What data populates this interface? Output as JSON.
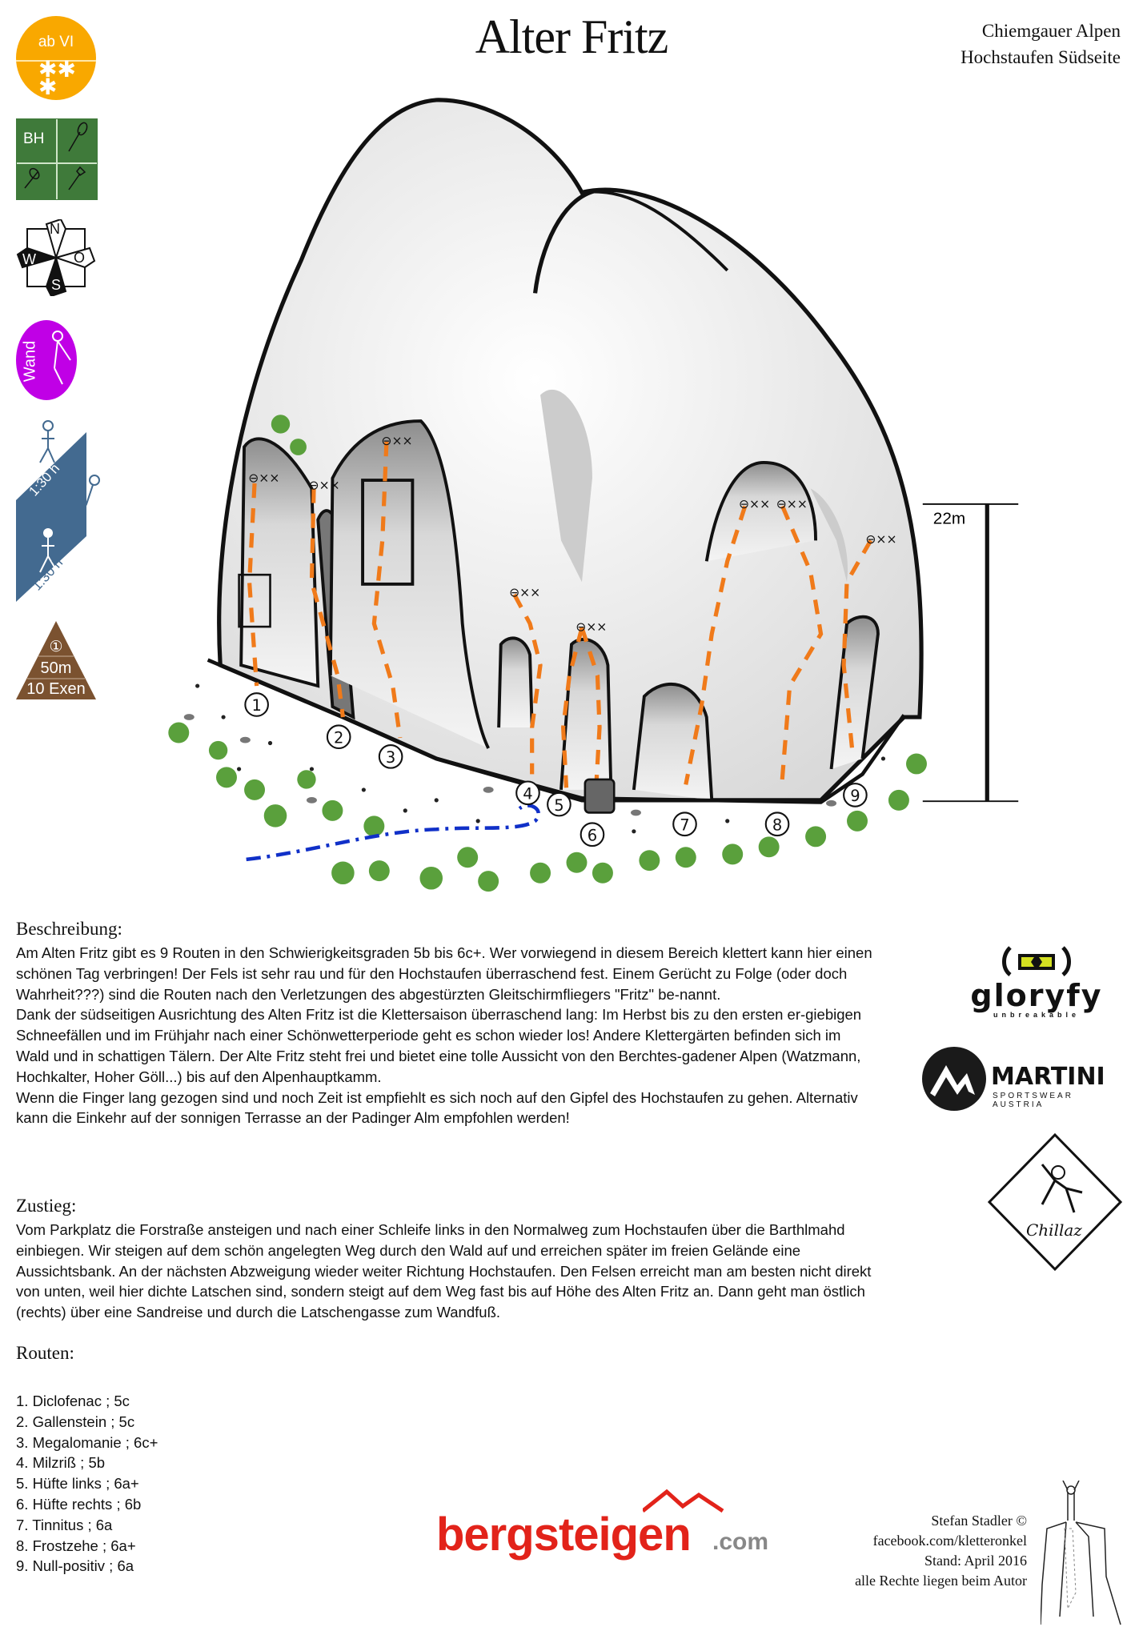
{
  "header": {
    "title": "Alter Fritz",
    "region_line1": "Chiemgauer Alpen",
    "region_line2": "Hochstaufen Südseite"
  },
  "badges": {
    "grade": {
      "label": "ab VI",
      "stars": "✱✱ ✱",
      "color": "#f9a800"
    },
    "bolts": {
      "bh": "BH",
      "cell3": "keine",
      "cell4": "keine",
      "color": "#3f7a3a"
    },
    "compass": {
      "n": "N",
      "o": "O",
      "s": "S",
      "w": "W"
    },
    "type": {
      "label": "Wand",
      "color": "#c000e6"
    },
    "approach": {
      "up": "1:30 h",
      "down": "1:30 h",
      "color": "#436a90"
    },
    "gear": {
      "num": "①",
      "rope": "50m",
      "quickdraws": "10 Exen",
      "color": "#7b5230"
    }
  },
  "topo": {
    "height_label": "22m",
    "route_color": "#f07a1a",
    "approach_color": "#1030c8",
    "route_numbers": [
      "1",
      "2",
      "3",
      "4",
      "5",
      "6",
      "7",
      "8",
      "9"
    ]
  },
  "description": {
    "heading": "Beschreibung:",
    "paragraphs": [
      "Am Alten Fritz gibt es 9 Routen in den Schwierigkeitsgraden 5b bis 6c+. Wer vorwiegend in diesem Bereich klettert kann hier einen schönen Tag verbringen! Der Fels ist sehr rau und für den Hochstaufen überraschend fest. Einem Gerücht zu Folge (oder doch Wahrheit???) sind die Routen nach den Verletzungen des abgestürzten Gleitschirmfliegers \"Fritz\" be-nannt.",
      "Dank der südseitigen Ausrichtung des Alten Fritz ist die Klettersaison überraschend lang: Im Herbst bis zu den ersten er-giebigen Schneefällen und im Frühjahr nach einer Schönwetterperiode geht es schon wieder los! Andere Klettergärten befinden sich im Wald und in schattigen Tälern. Der Alte Fritz steht frei und bietet eine tolle Aussicht von den Berchtes-gadener Alpen (Watzmann, Hochkalter, Hoher Göll...) bis auf den Alpenhauptkamm.",
      "Wenn die Finger lang gezogen sind und noch Zeit ist empfiehlt es sich noch auf den Gipfel des Hochstaufen zu gehen. Alternativ kann die Einkehr auf der sonnigen Terrasse an der Padinger Alm empfohlen werden!"
    ]
  },
  "approach": {
    "heading": "Zustieg:",
    "text": "Vom Parkplatz die Forstraße ansteigen und nach einer Schleife links in den Normalweg zum Hochstaufen über die Barthlmahd einbiegen. Wir steigen auf dem schön angelegten Weg durch den Wald auf und erreichen später im freien Gelände eine Aussichtsbank. An der nächsten Abzweigung wieder weiter Richtung Hochstaufen. Den Felsen erreicht man am besten nicht direkt von unten, weil hier dichte Latschen sind, sondern steigt auf dem Weg fast bis auf Höhe des Alten Fritz an. Dann geht man östlich (rechts) über eine Sandreise und durch die Latschengasse zum Wandfuß."
  },
  "routes": {
    "heading": "Routen:",
    "items": [
      "1. Diclofenac ; 5c",
      "2. Gallenstein ; 5c",
      "3. Megalomanie ; 6c+",
      "4. Milzriß ; 5b",
      "5. Hüfte links ; 6a+",
      "6. Hüfte rechts ; 6b",
      "7. Tinnitus ; 6a",
      "8. Frostzehe ; 6a+",
      "9. Null-positiv ; 6a"
    ]
  },
  "sponsors": {
    "gloryfy": {
      "name": "gloryfy",
      "tagline": "unbreakable"
    },
    "martini": {
      "name": "MARTINI",
      "tagline": "SPORTSWEAR AUSTRIA"
    },
    "chillaz": {
      "name": "Chillaz"
    },
    "bergsteigen": {
      "name": "bergsteigen",
      "suffix": ".com",
      "color": "#e2231a"
    }
  },
  "author": {
    "name": "Stefan Stadler ©",
    "facebook": "facebook.com/kletteronkel",
    "date": "Stand: April 2016",
    "rights": "alle Rechte liegen beim Autor"
  }
}
